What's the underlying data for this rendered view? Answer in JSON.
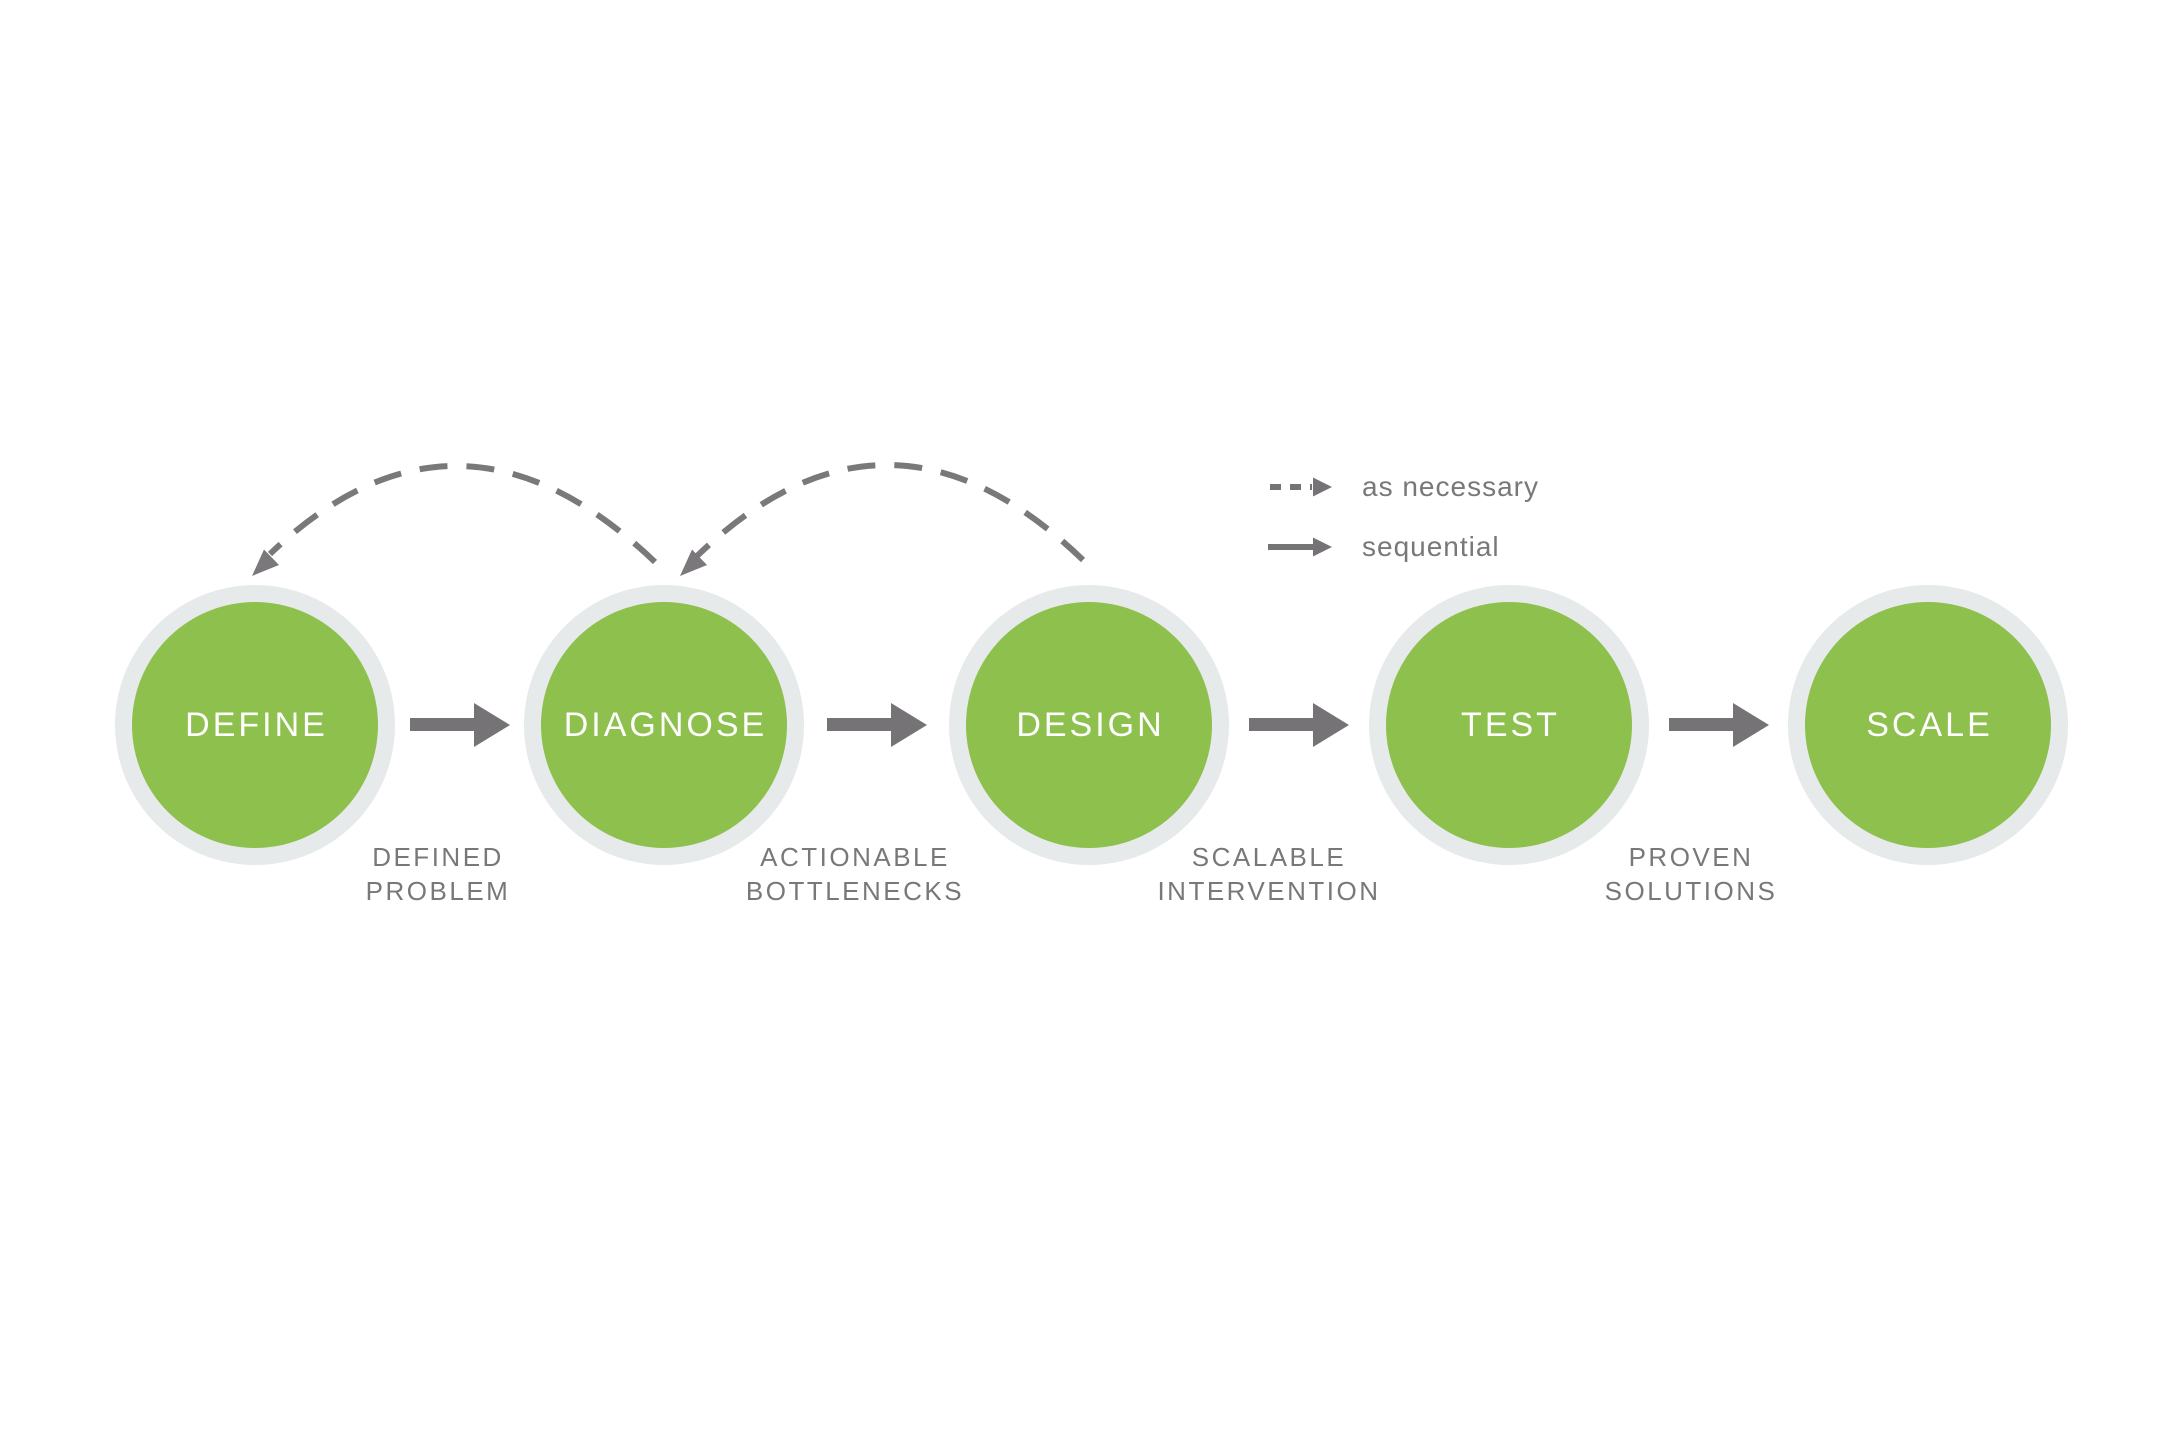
{
  "diagram": {
    "stages": [
      {
        "label": "DEFINE"
      },
      {
        "label": "DIAGNOSE"
      },
      {
        "label": "DESIGN"
      },
      {
        "label": "TEST"
      },
      {
        "label": "SCALE"
      }
    ],
    "transitions": [
      {
        "line1": "DEFINED",
        "line2": "PROBLEM"
      },
      {
        "line1": "ACTIONABLE",
        "line2": "BOTTLENECKS"
      },
      {
        "line1": "SCALABLE",
        "line2": "INTERVENTION"
      },
      {
        "line1": "PROVEN",
        "line2": "SOLUTIONS"
      }
    ],
    "return_arcs": [
      {
        "from": "DIAGNOSE",
        "to": "DEFINE"
      },
      {
        "from": "DESIGN",
        "to": "DIAGNOSE"
      }
    ],
    "legend": [
      {
        "style": "dashed",
        "label": "as necessary"
      },
      {
        "style": "solid",
        "label": "sequential"
      }
    ],
    "colors": {
      "stage_fill": "#8dc04d",
      "stage_ring": "#e7eaea",
      "stage_text": "#ffffff",
      "arrow_gray": "#767376",
      "dashed_gray": "#7b787b",
      "label_text": "#7a777a",
      "background": "#ffffff"
    }
  }
}
